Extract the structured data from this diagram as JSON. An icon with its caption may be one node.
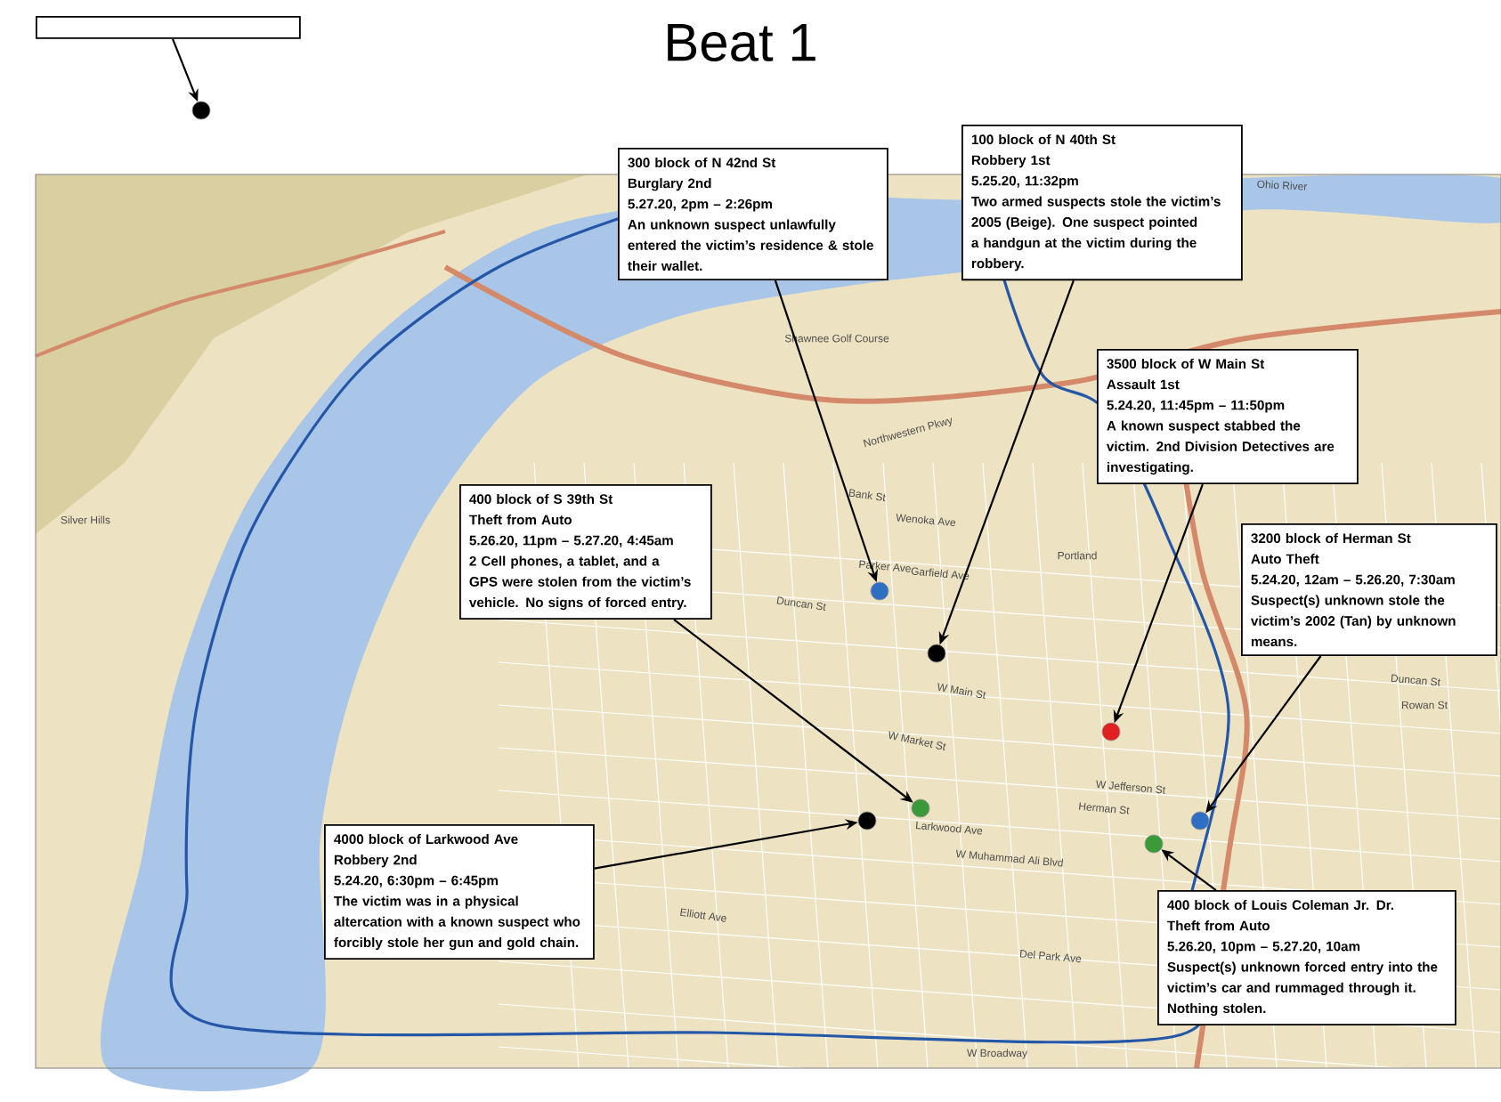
{
  "diagram": {
    "title": "Beat 1",
    "nodes": [
      {
        "text": [],
        "shape": "box"
      },
      {
        "text": [],
        "shape": "circle"
      },
      {
        "text": [
          "100 block of N 40th St",
          "Robbery 1st",
          "5.25.20, 11:32pm",
          "Two armed suspects stole the victim’s 2005 (Beige). One suspect pointed a handgun at the victim during the robbery."
        ]
      },
      {
        "text": [
          "300 block of N 42nd St",
          "Burglary 2nd",
          "5.27.20, 2pm – 2:26pm",
          "An unknown suspect unlawfully entered the victim’s residence & stole their wallet."
        ]
      },
      {
        "text": [
          "3500 block of W Main St",
          "Assault 1st",
          "5.24.20, 11:45pm – 11:50pm",
          "A known suspect stabbed the victim. 2nd Division Detectives are investigating."
        ]
      },
      {
        "text": [
          "400 block of S 39th St",
          "Theft from Auto",
          "5.26.20, 11pm – 5.27.20, 4:45am",
          "2 Cell phones, a tablet, and a GPS were stolen from the victim’s vehicle. No signs of forced entry."
        ]
      },
      {
        "text": [
          "3200 block of Herman St",
          "Auto Theft",
          "5.24.20, 12am – 5.26.20, 7:30am",
          "Suspect(s) unknown stole the victim’s 2002 (Tan) by unknown means."
        ]
      },
      {
        "text": [
          "4000 block of Larkwood Ave",
          "Robbery 2nd",
          "5.24.20, 6:30pm – 6:45pm",
          "The victim was in a physical altercation with a known suspect who forcibly stole her gun and gold chain."
        ]
      },
      {
        "text": [
          "400 block of Louis Coleman Jr. Dr.",
          "Theft from Auto",
          "5.26.20, 10pm – 5.27.20, 10am",
          "Suspect(s) unknown forced entry into the victim’s car and rummaged through it. Nothing stolen."
        ]
      },
      {
        "text": [],
        "shape": "circle"
      },
      {
        "text": [],
        "shape": "circle"
      },
      {
        "text": [],
        "shape": "circle"
      },
      {
        "text": [],
        "shape": "circle"
      },
      {
        "text": [],
        "shape": "circle"
      },
      {
        "text": [],
        "shape": "circle"
      },
      {
        "text": [],
        "shape": "circle"
      }
    ],
    "edges": [
      {
        "from": 0,
        "to": 1,
        "arrow": "to"
      },
      {
        "from": 3,
        "to": 9,
        "arrow": "to"
      },
      {
        "from": 2,
        "to": 10,
        "arrow": "to"
      },
      {
        "from": 4,
        "to": 11,
        "arrow": "to"
      },
      {
        "from": 5,
        "to": 12,
        "arrow": "to"
      },
      {
        "from": 6,
        "to": 13,
        "arrow": "to"
      },
      {
        "from": 7,
        "to": 14,
        "arrow": "to"
      },
      {
        "from": 8,
        "to": 15,
        "arrow": "to"
      }
    ],
    "labels": [
      "Ohio River",
      "Shawnee Golf Course",
      "Northwestern Pkwy",
      "Bank St",
      "Wenoka Ave",
      "Silver Hills",
      "Portland",
      "Parker Ave",
      "Garfield Ave",
      "Duncan St",
      "Duncan St",
      "Rowan St",
      "W Main St",
      "W Market St",
      "W Jefferson St",
      "Herman St",
      "Larkwood Ave",
      "W Muhammad Ali Blvd",
      "Elliott Ave",
      "Del Park Ave",
      "W Broadway"
    ]
  }
}
